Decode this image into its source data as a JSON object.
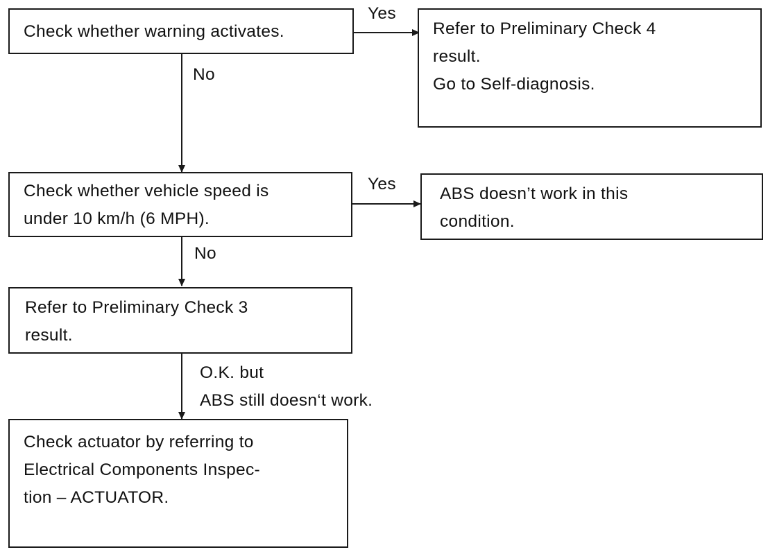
{
  "boxes": {
    "check_warning": "Check whether warning activates.",
    "refer_check4": "Refer to Preliminary Check 4\nresult.\nGo to Self-diagnosis.",
    "check_speed": "Check whether vehicle speed is\nunder 10 km/h (6 MPH).",
    "abs_not_work": "ABS doesn’t work in this\ncondition.",
    "refer_check3": "Refer to Preliminary Check 3\nresult.",
    "check_actuator": "Check actuator by referring to\nElectrical Components Inspec-\ntion – ACTUATOR."
  },
  "edges": {
    "warning_yes": "Yes",
    "warning_no": "No",
    "speed_yes": "Yes",
    "speed_no": "No",
    "check3_ok": "O.K. but\nABS still doesn‘t work."
  },
  "colors": {
    "line": "#1a1a1a"
  }
}
